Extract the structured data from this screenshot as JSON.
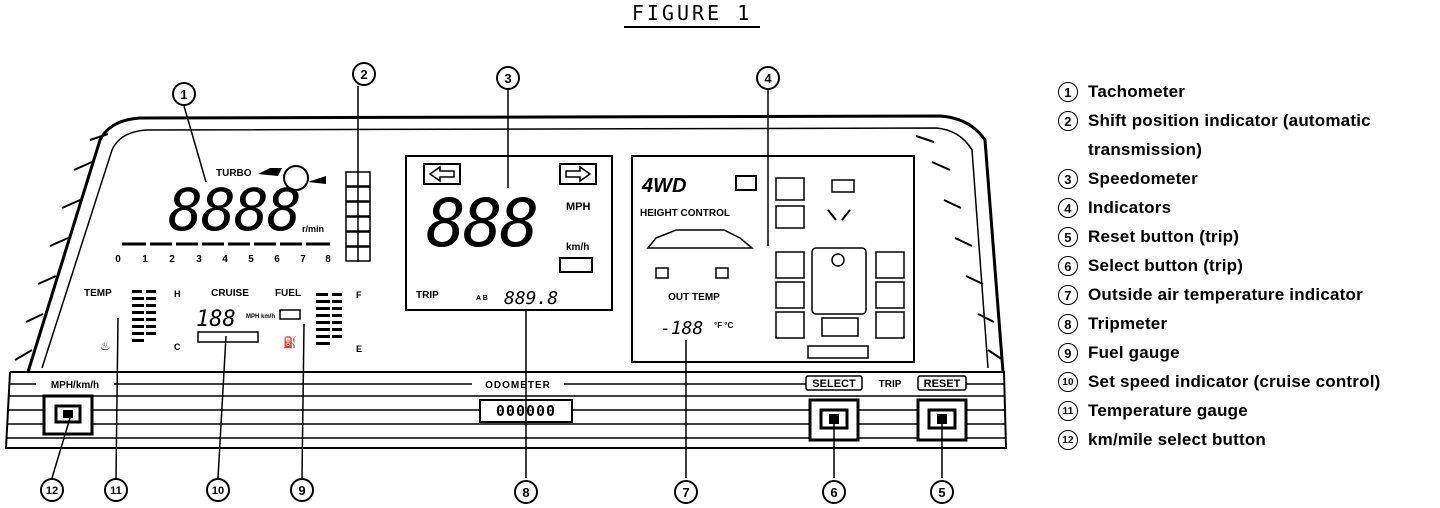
{
  "figure_title": "FIGURE 1",
  "callouts": [
    "1",
    "2",
    "3",
    "4",
    "5",
    "6",
    "7",
    "8",
    "9",
    "10",
    "11",
    "12"
  ],
  "legend": [
    {
      "num": "1",
      "text": "Tachometer"
    },
    {
      "num": "2",
      "text": "Shift position indicator (automatic"
    },
    {
      "num": "",
      "text": "transmission)"
    },
    {
      "num": "3",
      "text": "Speedometer"
    },
    {
      "num": "4",
      "text": "Indicators"
    },
    {
      "num": "5",
      "text": "Reset button (trip)"
    },
    {
      "num": "6",
      "text": "Select button (trip)"
    },
    {
      "num": "7",
      "text": "Outside air temperature indicator"
    },
    {
      "num": "8",
      "text": "Tripmeter"
    },
    {
      "num": "9",
      "text": "Fuel gauge"
    },
    {
      "num": "10",
      "text": "Set speed indicator (cruise control)"
    },
    {
      "num": "11",
      "text": "Temperature gauge"
    },
    {
      "num": "12",
      "text": "km/mile select button"
    }
  ],
  "cluster": {
    "turbo_label": "TURBO",
    "tach_digits": "8888",
    "tach_unit": "r/min",
    "tach_scale": [
      "0",
      "1",
      "2",
      "3",
      "4",
      "5",
      "6",
      "7",
      "8"
    ],
    "temp_label": "TEMP",
    "temp_hot": "H",
    "temp_cold": "C",
    "cruise_label": "CRUISE",
    "cruise_digits": "188",
    "cruise_unit": "MPH km/h",
    "fuel_label": "FUEL",
    "fuel_full": "F",
    "fuel_empty": "E",
    "speed_digits": "888",
    "speed_unit_mph": "MPH",
    "speed_unit_kmh": "km/h",
    "trip_label": "TRIP",
    "trip_ab": "A B",
    "trip_digits": "889.8",
    "fourwd": "4WD",
    "height_control": "HEIGHT CONTROL",
    "out_temp_label": "OUT TEMP",
    "out_temp_digits": "-188",
    "out_temp_unit": "°F °C",
    "mph_kmh_label": "MPH/km/h",
    "odometer_label": "ODOMETER",
    "odometer_digits": "000000",
    "select_label": "SELECT",
    "trip_mid_label": "TRIP",
    "reset_label": "RESET"
  }
}
